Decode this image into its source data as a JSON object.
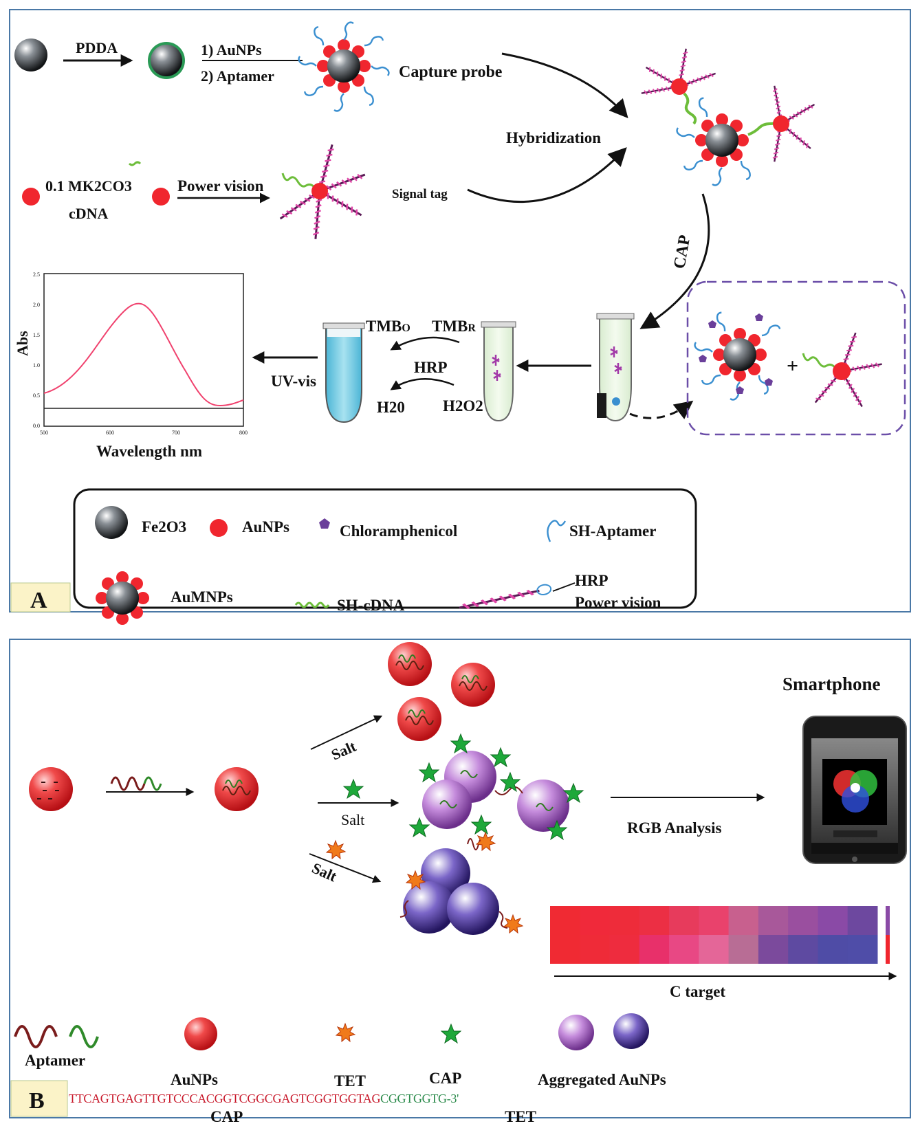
{
  "panel_a": {
    "letter": "A",
    "pdda": "PDDA",
    "step1": "1) AuNPs",
    "step2": "2) Aptamer",
    "capture_probe": "Capture probe",
    "hybridization": "Hybridization",
    "k2co3": "0.1 MK2CO3",
    "cdna": "cDNA",
    "power_vision": "Power vision",
    "signal_tag": "Signal tag",
    "cap": "CAP",
    "tmb_o": "TMBo",
    "tmb_r": "TMBR",
    "hrp": "HRP",
    "h2o": "H20",
    "h2o2": "H2O2",
    "uv_vis": "UV-vis",
    "plus": "+",
    "chart": {
      "ylabel": "Abs",
      "xlabel": "Wavelength nm",
      "y_ticks": [
        "2.5",
        "2.0",
        "1.5",
        "1.0",
        "0.5",
        "0.0"
      ],
      "x_ticks": [
        "500",
        "600",
        "700",
        "800"
      ]
    },
    "legend": {
      "fe2o3": "Fe2O3",
      "aunps": "AuNPs",
      "chloramphenicol": "Chloramphenicol",
      "sh_aptamer": "SH-Aptamer",
      "aumnps": "AuMNPs",
      "sh_cdna": "SH-cDNA",
      "hrp": "HRP",
      "power_vision": "Power vision"
    }
  },
  "panel_b": {
    "letter": "B",
    "salt1": "Salt",
    "salt2": "Salt",
    "salt3": "Salt",
    "smartphone": "Smartphone",
    "rgb_analysis": "RGB Analysis",
    "c_target": "C target",
    "heatmap_top": [
      "#f02a33",
      "#f0293a",
      "#ee2c3a",
      "#ec2f44",
      "#e73b5c",
      "#e9426c",
      "#c8608e",
      "#a8589a",
      "#9a4f9f",
      "#8a4aa6",
      "#6d489f"
    ],
    "heatmap_bottom": [
      "#f02a33",
      "#ef2b38",
      "#ee2c3e",
      "#e8306a",
      "#e84884",
      "#e46698",
      "#b86d95",
      "#7b4a9c",
      "#5e4aa1",
      "#4f4ca6",
      "#4f4da8"
    ],
    "legend": {
      "aptamer": "Aptamer",
      "aunps": "AuNPs",
      "tet": "TET",
      "cap": "CAP",
      "aggregated": "Aggregated AuNPs"
    },
    "sequence_red": "TTCAGTGAGTTGTCCCACGGTCGGCGAGTCGGTGGTAG",
    "sequence_green": "CGGTGGTG-3'",
    "seq_cap": "CAP",
    "seq_tet": "TET"
  },
  "colors": {
    "gold": "#f0262e",
    "magnetic": "#2e3238",
    "frame": "#4a78a6",
    "letter_box": "#fbf3c8",
    "tube_liquid": "#6cc8e0",
    "curve": "#f0426e",
    "dashed_box": "#6b4ea8"
  }
}
